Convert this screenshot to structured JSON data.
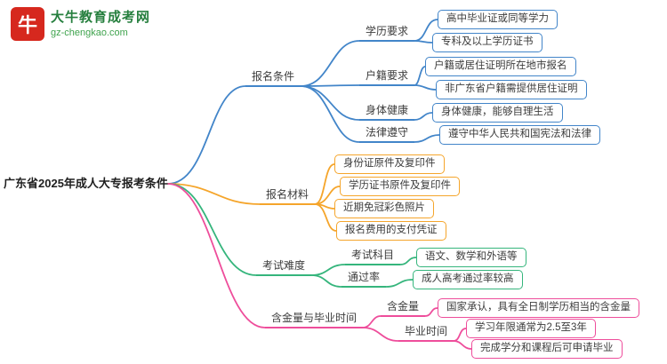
{
  "brand": {
    "logo_glyph": "牛",
    "name": "大牛教育成考网",
    "url": "gz-chengkao.com"
  },
  "root": "广东省2025年成人大专报考条件",
  "colors": {
    "branch_conditions": "#4285c9",
    "branch_materials": "#f5a52b",
    "branch_difficulty": "#35b57c",
    "branch_value": "#ee4d9b",
    "logo_red": "#d6281e",
    "brand_green": "#267f3e"
  },
  "branches": [
    {
      "label": "报名条件",
      "children": [
        {
          "label": "学历要求",
          "leaves": [
            "高中毕业证或同等学力",
            "专科及以上学历证书"
          ]
        },
        {
          "label": "户籍要求",
          "leaves": [
            "户籍或居住证明所在地市报名",
            "非广东省户籍需提供居住证明"
          ]
        },
        {
          "label": "身体健康",
          "leaves": [
            "身体健康，能够自理生活"
          ]
        },
        {
          "label": "法律遵守",
          "leaves": [
            "遵守中华人民共和国宪法和法律"
          ]
        }
      ]
    },
    {
      "label": "报名材料",
      "leaves": [
        "身份证原件及复印件",
        "学历证书原件及复印件",
        "近期免冠彩色照片",
        "报名费用的支付凭证"
      ]
    },
    {
      "label": "考试难度",
      "children": [
        {
          "label": "考试科目",
          "leaves": [
            "语文、数学和外语等"
          ]
        },
        {
          "label": "通过率",
          "leaves": [
            "成人高考通过率较高"
          ]
        }
      ]
    },
    {
      "label": "含金量与毕业时间",
      "children": [
        {
          "label": "含金量",
          "leaves": [
            "国家承认，具有全日制学历相当的含金量"
          ]
        },
        {
          "label": "毕业时间",
          "leaves": [
            "学习年限通常为2.5至3年",
            "完成学分和课程后可申请毕业"
          ]
        }
      ]
    }
  ]
}
